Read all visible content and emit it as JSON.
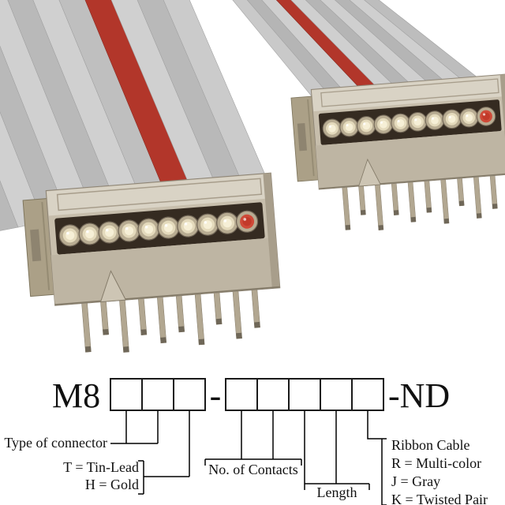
{
  "product_photo": {
    "subject": "Two IDC ribbon-cable connectors on gray flat ribbon cable with red stripe",
    "colors": {
      "cable_gray": "#c6c6c6",
      "cable_stripe": "#b2362a",
      "connector_body": "#c7beac",
      "contact_ivory": "#f6efd6",
      "contact_red": "#c23a2a"
    },
    "front_connector_contacts": 10,
    "back_connector_contacts": 10
  },
  "part_number_diagram": {
    "prefix": "M8",
    "dash": "-",
    "suffix": "-ND",
    "group1_box_count": 3,
    "group2_box_count": 5,
    "labels": {
      "type_of_connector": "Type of connector",
      "plating_option_1": "T = Tin-Lead",
      "plating_option_2": "H = Gold",
      "number_of_contacts": "No. of Contacts",
      "length": "Length",
      "ribbon_cable_title": "Ribbon Cable",
      "ribbon_option_r": "R = Multi-color",
      "ribbon_option_j": "J = Gray",
      "ribbon_option_k": "K = Twisted Pair"
    }
  }
}
